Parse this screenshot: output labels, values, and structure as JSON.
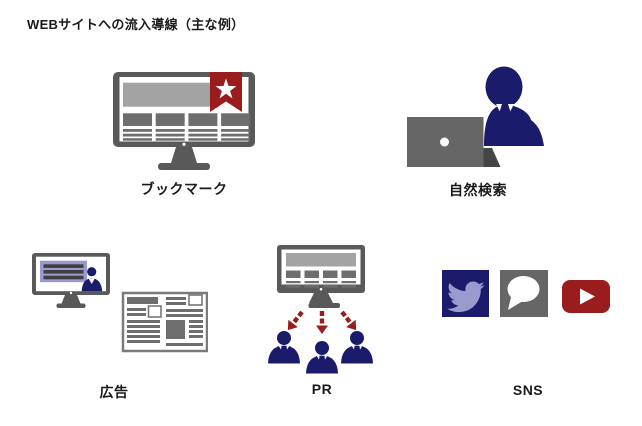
{
  "title": "WEBサイトへの流入導線（主な例）",
  "items": [
    {
      "id": "bookmark",
      "label": "ブックマーク"
    },
    {
      "id": "organic_search",
      "label": "自然検索"
    },
    {
      "id": "advertising",
      "label": "広告"
    },
    {
      "id": "pr",
      "label": "PR"
    },
    {
      "id": "sns",
      "label": "SNS"
    }
  ],
  "icons": {
    "bookmark_monitor": "desktop-monitor-with-bookmark-ribbon-star",
    "organic_search": "person-at-laptop",
    "advertising": "monitor-with-ad-slide-and-newspaper",
    "pr": "monitor-broadcasting-dashed-arrows-to-three-people",
    "sns_twitter": "twitter-bird-square",
    "sns_chat": "speech-bubble-square",
    "sns_youtube": "youtube-play-button"
  },
  "colors": {
    "device_gray": "#595959",
    "panel_gray": "#a3a3a3",
    "block_gray": "#6e6e6e",
    "laptop_gray": "#666666",
    "navy": "#1b1b6b",
    "accent_red": "#9b1c1c",
    "lavender": "#9a9ace",
    "text": "#1a1a1a",
    "background": "#ffffff"
  }
}
